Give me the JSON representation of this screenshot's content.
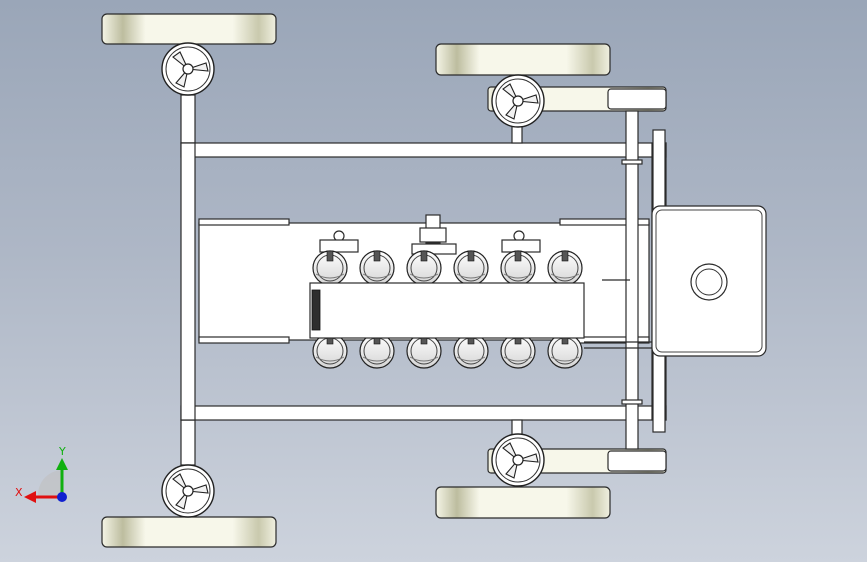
{
  "triad": {
    "x_label": "X",
    "y_label": "Y",
    "x_color": "#e01010",
    "y_color": "#10b010",
    "z_color": "#1020d0"
  },
  "colors": {
    "background_top": "#9aa6b8",
    "background_bottom": "#cdd3dd",
    "tire": "#e9e9d6",
    "line": "#2b2b2b"
  },
  "model": {
    "wheels": 4,
    "motor_modules": 12
  }
}
